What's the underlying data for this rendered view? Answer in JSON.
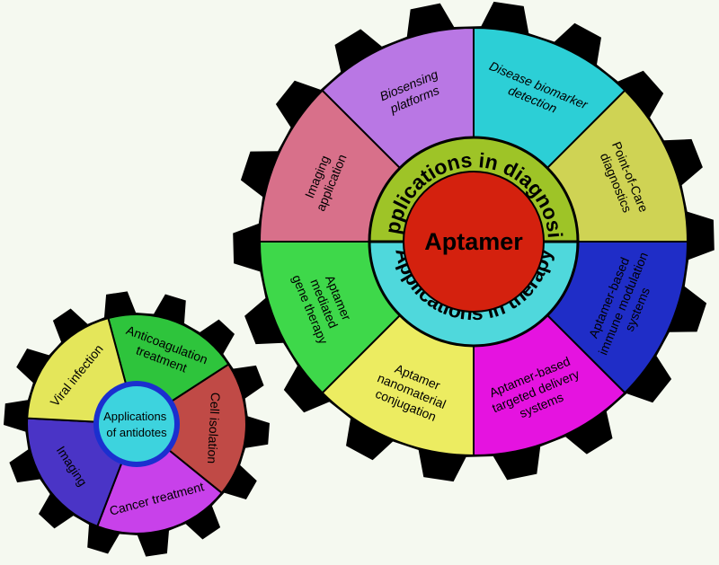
{
  "center": {
    "title": "Aptamer",
    "ring_top": "Applications in diagnosis",
    "ring_bottom": "Applications in therapy",
    "colors": {
      "core": "#d4210e",
      "ring_top": "#9ec427",
      "ring_bottom": "#4fd8dc"
    }
  },
  "big_gear": {
    "segments": [
      {
        "lines": [
          "Disease biomarker",
          "detection"
        ],
        "color": "#2ccfd6",
        "italic": true
      },
      {
        "lines": [
          "Point-of-Care",
          "diagnostics"
        ],
        "color": "#cfd354"
      },
      {
        "lines": [
          "Aptamer-based",
          "immune modulation",
          "systems"
        ],
        "color": "#1f2dc7"
      },
      {
        "lines": [
          "Aptamer-based",
          "targeted delivery",
          "systems"
        ],
        "color": "#e513e0"
      },
      {
        "lines": [
          "Aptamer",
          "nanomaterial",
          "conjugation"
        ],
        "color": "#ecec61"
      },
      {
        "lines": [
          "Aptamer",
          "mediated",
          "gene therapy"
        ],
        "color": "#3ed84a"
      },
      {
        "lines": [
          "Imaging",
          "application"
        ],
        "color": "#d8708a"
      },
      {
        "lines": [
          "Biosensing",
          "platforms"
        ],
        "color": "#b977e4",
        "italic": true
      }
    ]
  },
  "small_gear": {
    "center_lines": [
      "Applications",
      "of antidotes"
    ],
    "center_color": "#3dd3de",
    "segments": [
      {
        "lines": [
          "Anticoagulation",
          "treatment"
        ],
        "color": "#2ec43c"
      },
      {
        "lines": [
          "Cell isolation"
        ],
        "color": "#c04a46"
      },
      {
        "lines": [
          "Cancer treatment"
        ],
        "color": "#c841ea"
      },
      {
        "lines": [
          "Imaging"
        ],
        "color": "#4a34c6"
      },
      {
        "lines": [
          "Viral infection"
        ],
        "color": "#e4e65a"
      }
    ]
  }
}
